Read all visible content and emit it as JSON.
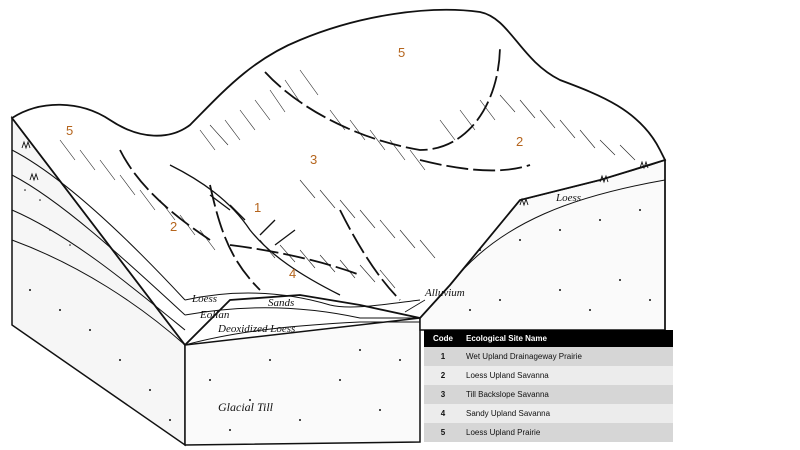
{
  "diagram": {
    "area_labels": [
      "5",
      "5",
      "3",
      "2",
      "2",
      "1",
      "4"
    ],
    "layer_labels": {
      "loess_right": "Loess",
      "loess_left": "Loess",
      "eolian": "Eolian",
      "sands": "Sands",
      "deoxidized_loess": "Deoxidized Loess",
      "alluvium": "Alluvium",
      "glacial_till": "Glacial Till"
    }
  },
  "legend": {
    "header_code": "Code",
    "header_name": "Ecological Site Name",
    "rows": [
      {
        "code": "1",
        "name": "Wet Upland Drainageway Prairie"
      },
      {
        "code": "2",
        "name": "Loess Upland Savanna"
      },
      {
        "code": "3",
        "name": "Till Backslope Savanna"
      },
      {
        "code": "4",
        "name": "Sandy Upland Savanna"
      },
      {
        "code": "5",
        "name": "Loess Upland Prairie"
      }
    ]
  },
  "colors": {
    "site_number": "#b5651d",
    "legend_header_bg": "#000000",
    "legend_row_dark": "#d6d6d6",
    "legend_row_light": "#ececec"
  }
}
